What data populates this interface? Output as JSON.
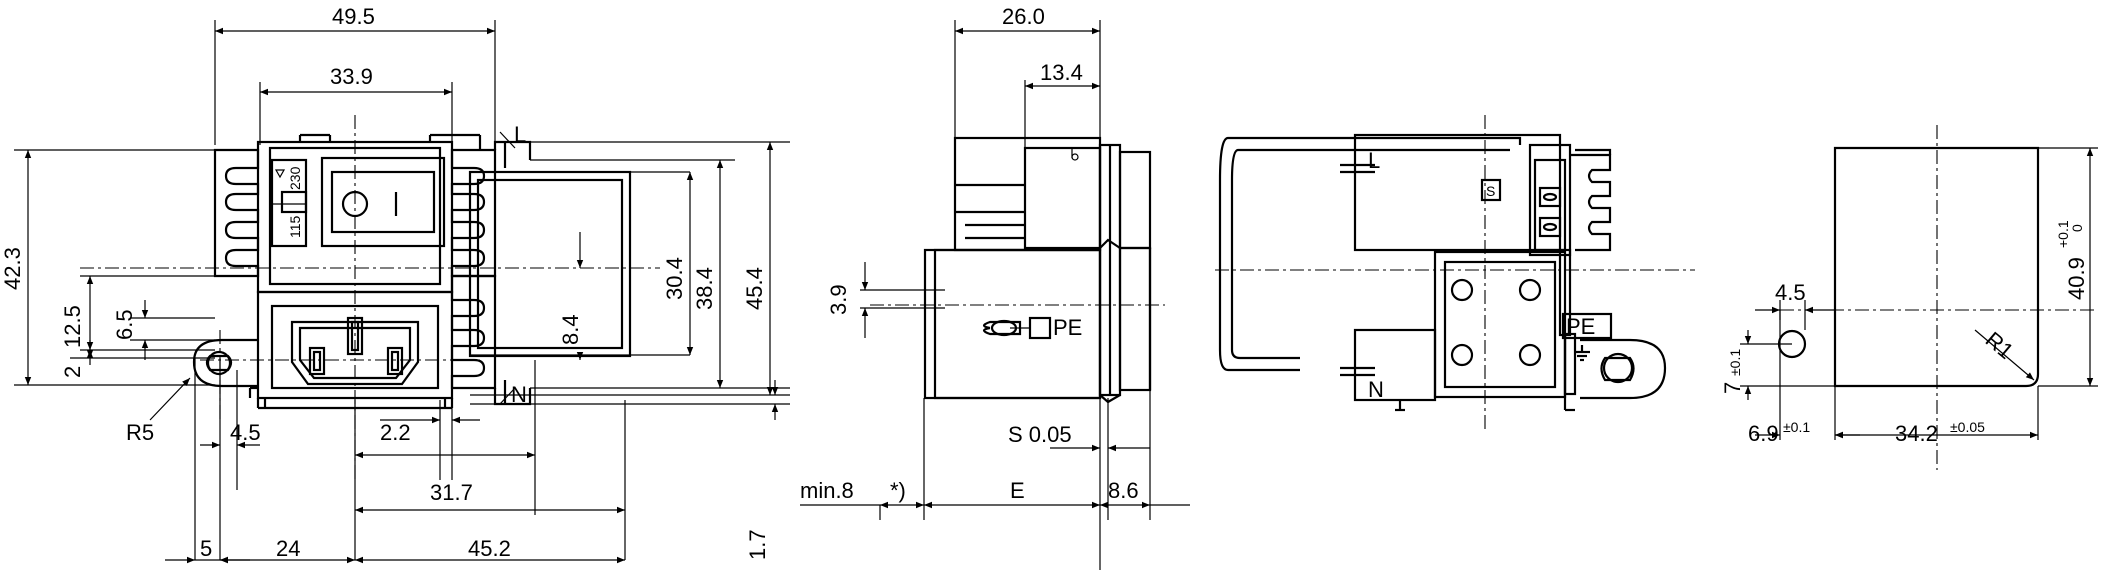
{
  "front_view": {
    "dims": {
      "d49_5": "49.5",
      "d33_9": "33.9",
      "d42_3": "42.3",
      "d12_5": "12.5",
      "d6_5": "6.5",
      "d2": "2",
      "d30_4": "30.4",
      "d38_4": "38.4",
      "d45_4": "45.4",
      "d8_4": "8.4",
      "d1_7": "1.7",
      "r5": "R5",
      "d4_5": "4.5",
      "d2_2": "2.2",
      "d31_7": "31.7",
      "d5": "5",
      "d24": "24",
      "d45_2": "45.2"
    },
    "labels": {
      "L": "L",
      "N": "N",
      "v230": "230",
      "v115": "115"
    }
  },
  "side_view": {
    "dims": {
      "d26_0": "26.0",
      "d13_4": "13.4",
      "d3_9": "3.9",
      "s0_05": "S 0.05",
      "min8": "min.8",
      "star": "*)",
      "E": "E",
      "d8_6": "8.6"
    },
    "labels": {
      "PE": "PE"
    }
  },
  "back_view": {
    "labels": {
      "L": "L",
      "N": "N",
      "PE": "PE",
      "S": "S"
    }
  },
  "cutout_view": {
    "dims": {
      "d4_5": "4.5",
      "d40_9": "40.9",
      "tol_plus": "+0.1",
      "tol_zero": "0",
      "r1": "R1",
      "d7": "7",
      "tol7": "±0.1",
      "d6_9": "6.9",
      "tol6_9": "±0.1",
      "d34_2": "34.2",
      "tol34_2": "±0.05"
    }
  }
}
